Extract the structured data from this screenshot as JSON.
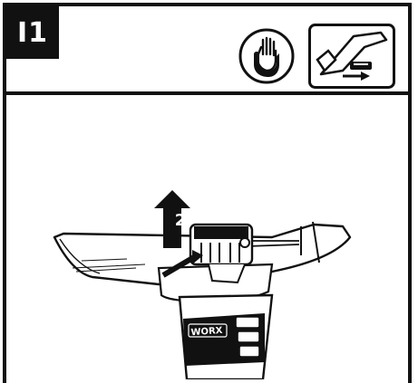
{
  "step": {
    "label": "I1"
  },
  "icons": {
    "gloves": "gloves-icon",
    "unplug": "unplug-battery-icon",
    "arrow": "arrow-up-icon"
  },
  "illustration": {
    "step_number": "2",
    "brand": "WORX"
  },
  "colors": {
    "ink": "#111111",
    "paper": "#ffffff"
  }
}
